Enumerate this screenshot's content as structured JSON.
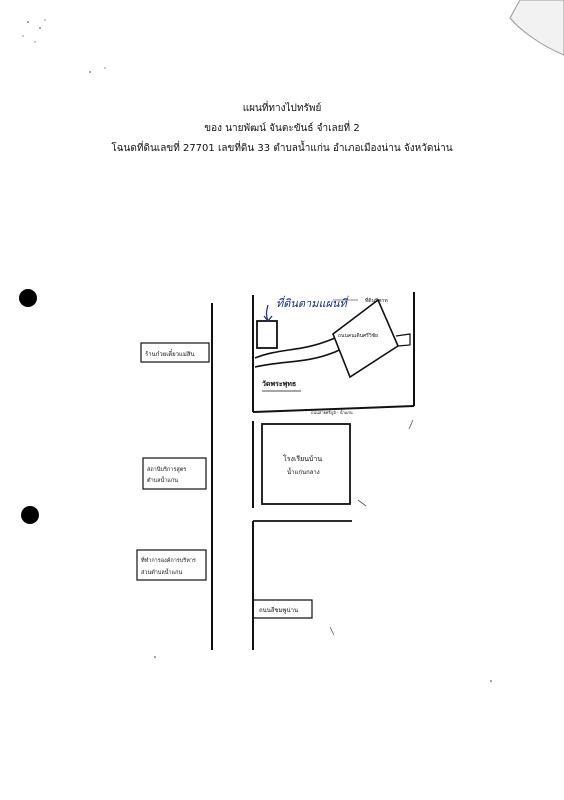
{
  "document": {
    "title": "แผนที่ทางไปทรัพย์",
    "owner_line": "ของ นายพัฒน์ จันตะขันธ์ จำเลยที่ 2",
    "deed_line": "โฉนดที่ดินเลขที่ 27701 เลขที่ดิน 33 ตำบลน้ำแก่น อำเภอเมืองน่าน จังหวัดน่าน"
  },
  "map": {
    "handwritten_label": "ที่ดินตามแผนที่",
    "top_small_label": "ที่ดินพิพาท",
    "building_label": "ถนนคนเดินศรีวิชัย",
    "temple_label": "วัดพระพุทธ",
    "side_road_label": "ถนนสายศรีภูมิ - น้ำแก่น",
    "school_label_1": "โรงเรียนบ้าน",
    "school_label_2": "น้ำแก่นกลาง",
    "bottom_box_label": "ถนนสีชมพูน่าน",
    "left_boxes": [
      {
        "text": "ร้านก๋วยเตี๋ยวแม่สิน"
      },
      {
        "text_1": "สถานีบริการสูตร",
        "text_2": "ตำบลน้ำแก่น"
      },
      {
        "text_1": "ที่ทำการองค์การบริหาร",
        "text_2": "ส่วนตำบลน้ำแก่น"
      }
    ]
  }
}
